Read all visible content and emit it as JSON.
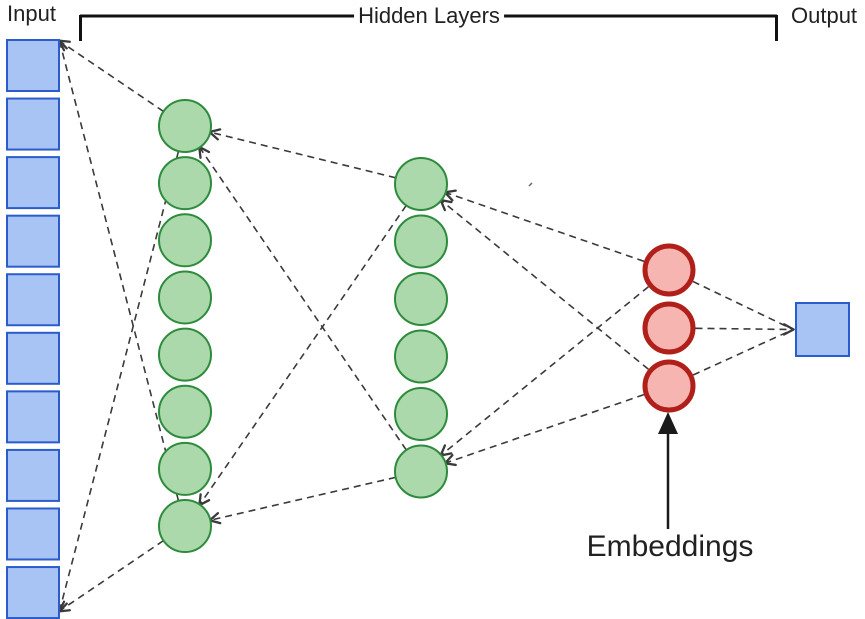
{
  "labels": {
    "input": "Input",
    "hidden_layers": "Hidden Layers",
    "output": "Output",
    "embeddings": "Embeddings"
  },
  "colors": {
    "input_fill": "#a7c4f5",
    "input_stroke": "#2b5ccc",
    "hidden_fill": "#abd9ab",
    "hidden_stroke": "#2e8b3d",
    "embedding_fill": "#f6b5b0",
    "embedding_stroke": "#b01f1a",
    "output_fill": "#a7c4f5",
    "output_stroke": "#2b5ccc",
    "connector": "#3a3a3a",
    "bracket": "#111111",
    "pointer_arrow": "#1a1a1a",
    "text": "#212121"
  },
  "diagram": {
    "type": "autoencoder-neural-network",
    "layers": [
      {
        "name": "input",
        "node_shape": "square",
        "node_count": 10
      },
      {
        "name": "hidden-layer-1",
        "node_shape": "circle",
        "node_count": 8
      },
      {
        "name": "hidden-layer-2",
        "node_shape": "circle",
        "node_count": 6
      },
      {
        "name": "embeddings",
        "node_shape": "circle",
        "node_count": 3
      },
      {
        "name": "output",
        "node_shape": "square",
        "node_count": 1
      }
    ],
    "connection_style": "dashed",
    "annotation": "Embeddings arrow points to bottom embedding node"
  }
}
